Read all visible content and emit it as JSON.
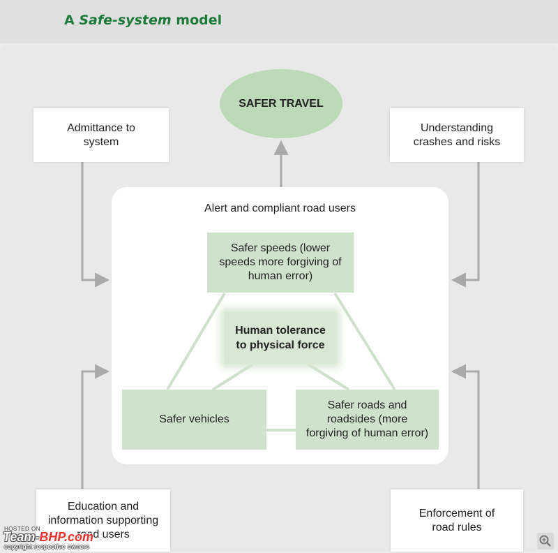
{
  "title": {
    "prefix": "A ",
    "emphasis": "Safe-system",
    "suffix": " model"
  },
  "outcome": "SAFER TRAVEL",
  "outer_boxes": {
    "top_left": "Admittance to\nsystem",
    "top_right": "Understanding\ncrashes and risks",
    "bottom_left": "Education and\ninformation supporting\nroad users",
    "bottom_right": "Enforcement of\nroad rules"
  },
  "inner_panel": {
    "label": "Alert and compliant road users",
    "speeds": "Safer speeds (lower\nspeeds more forgiving of\nhuman error)",
    "center": "Human tolerance\nto physical force",
    "vehicles": "Safer vehicles",
    "roads": "Safer roads and\nroadsides (more\nforgiving of human error)"
  },
  "watermark": {
    "hosted": "HOSTED ON :",
    "brand_prefix": "Team-",
    "brand_suffix": "BHP.com",
    "copyright": "copyright respective owners"
  },
  "colors": {
    "title": "#1e7a3c",
    "ellipse": "#bcd9b8",
    "green_box": "#cfe3cc",
    "connector": "#cfe0cc",
    "arrow": "#a9a9a9"
  },
  "icons": {
    "zoom": "magnifier-icon"
  }
}
